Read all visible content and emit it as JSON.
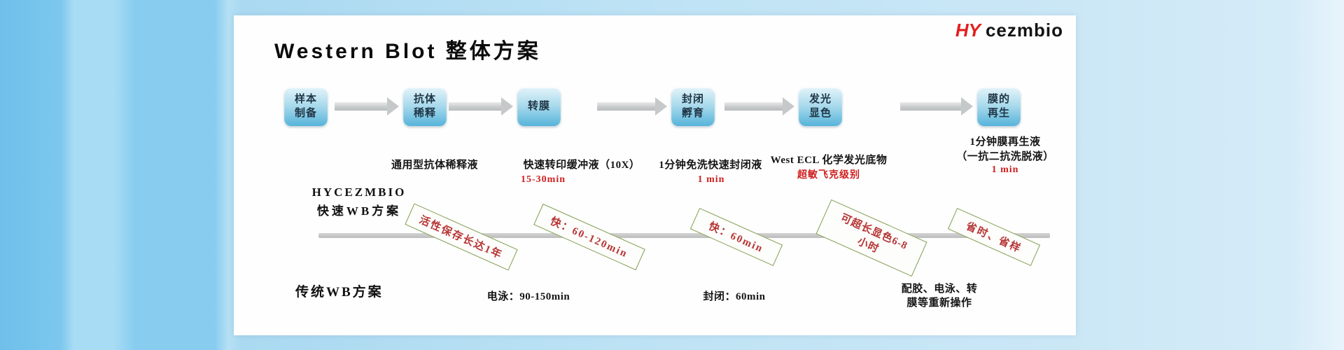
{
  "title": "Western Blot 整体方案",
  "logo": {
    "hy": "HY",
    "rest": "cezmbio"
  },
  "flow": {
    "steps": [
      {
        "line1": "样本",
        "line2": "制备"
      },
      {
        "line1": "抗体",
        "line2": "稀释"
      },
      {
        "line1": "转膜",
        "line2": ""
      },
      {
        "line1": "封闭",
        "line2": "孵育"
      },
      {
        "line1": "发光",
        "line2": "显色"
      },
      {
        "line1": "膜的",
        "line2": "再生"
      }
    ],
    "notes": [
      {
        "black": "通用型抗体稀释液",
        "red": ""
      },
      {
        "black": "快速转印缓冲液（10X）",
        "red": "15-30min"
      },
      {
        "black": "1分钟免洗快速封闭液",
        "red": "1 min"
      },
      {
        "black": "West ECL 化学发光底物",
        "red": "超敏飞克级别"
      },
      {
        "black1": "1分钟膜再生液",
        "black2": "（一抗二抗洗脱液）",
        "red": "1 min"
      }
    ]
  },
  "fast": {
    "label1": "HYCEZMBIO",
    "label2": "快速WB方案",
    "stamps": [
      {
        "text": "活性保存长达1年"
      },
      {
        "text": "快：60-120min"
      },
      {
        "text": "快：60min"
      },
      {
        "text1": "可超长显色6-8",
        "text2": "小时"
      },
      {
        "text": "省时、省样"
      }
    ]
  },
  "traditional": {
    "label": "传统WB方案",
    "note1": "电泳：90-150min",
    "note2": "封闭：60min",
    "note3_line1": "配胶、电泳、转",
    "note3_line2": "膜等重新操作"
  },
  "colors": {
    "accent_red": "#cf1f1f",
    "brand_red": "#e31e1e",
    "stamp_border_green": "#7f9e52",
    "stamp_text_red": "#b63535",
    "box_blue_top": "#e3f4fa",
    "box_blue_bottom": "#56b4da",
    "background_blue": "#88cdf0",
    "panel_white": "#fefefe",
    "arrow_gray": "#c6c9ca"
  }
}
